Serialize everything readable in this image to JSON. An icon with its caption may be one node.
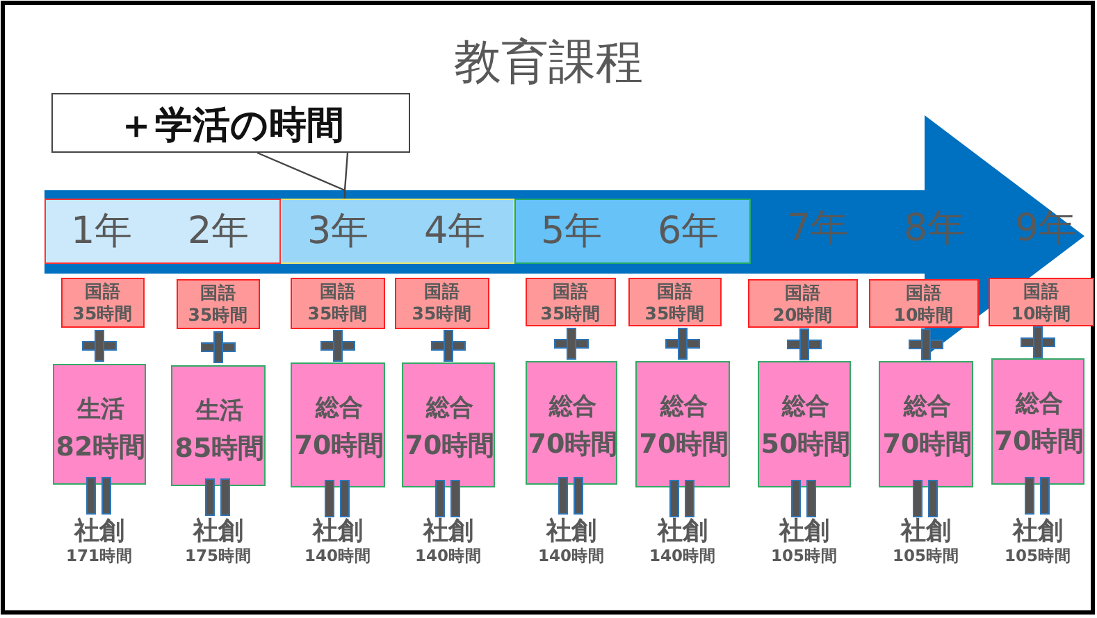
{
  "diagram": {
    "title": "教育課程",
    "nodes": [
      {
        "text": [
          "＋学活の時間"
        ]
      },
      {
        "text": [
          "7年",
          "8年",
          "9年"
        ]
      },
      {
        "text": [
          "1年",
          "2年"
        ],
        "in": 1
      },
      {
        "text": [
          "3年",
          "4年"
        ],
        "in": 1
      },
      {
        "text": [
          "5年",
          "6年"
        ],
        "in": 1
      },
      {
        "text": [
          "国語",
          "35時間"
        ]
      },
      {
        "text": [
          "国語",
          "35時間"
        ]
      },
      {
        "text": [
          "国語",
          "35時間"
        ]
      },
      {
        "text": [
          "国語",
          "35時間"
        ]
      },
      {
        "text": [
          "国語",
          "35時間"
        ]
      },
      {
        "text": [
          "国語",
          "35時間"
        ]
      },
      {
        "text": [
          "国語",
          "20時間"
        ]
      },
      {
        "text": [
          "国語",
          "10時間"
        ]
      },
      {
        "text": [
          "国語",
          "10時間"
        ]
      },
      {
        "text": [
          "生活",
          "82時間"
        ]
      },
      {
        "text": [
          "生活",
          "85時間"
        ]
      },
      {
        "text": [
          "総合",
          "70時間"
        ]
      },
      {
        "text": [
          "総合",
          "70時間"
        ]
      },
      {
        "text": [
          "総合",
          "70時間"
        ]
      },
      {
        "text": [
          "総合",
          "70時間"
        ]
      },
      {
        "text": [
          "総合",
          "50時間"
        ]
      },
      {
        "text": [
          "総合",
          "70時間"
        ]
      },
      {
        "text": [
          "総合",
          "70時間"
        ]
      }
    ],
    "edges": [
      {
        "from": 0,
        "to": 3,
        "arrow": "none"
      }
    ],
    "labels": [
      "社創",
      "171時間",
      "社創",
      "175時間",
      "社創",
      "140時間",
      "社創",
      "140時間",
      "社創",
      "140時間",
      "社創",
      "140時間",
      "社創",
      "105時間",
      "社創",
      "105時間",
      "社創",
      "105時間"
    ]
  }
}
